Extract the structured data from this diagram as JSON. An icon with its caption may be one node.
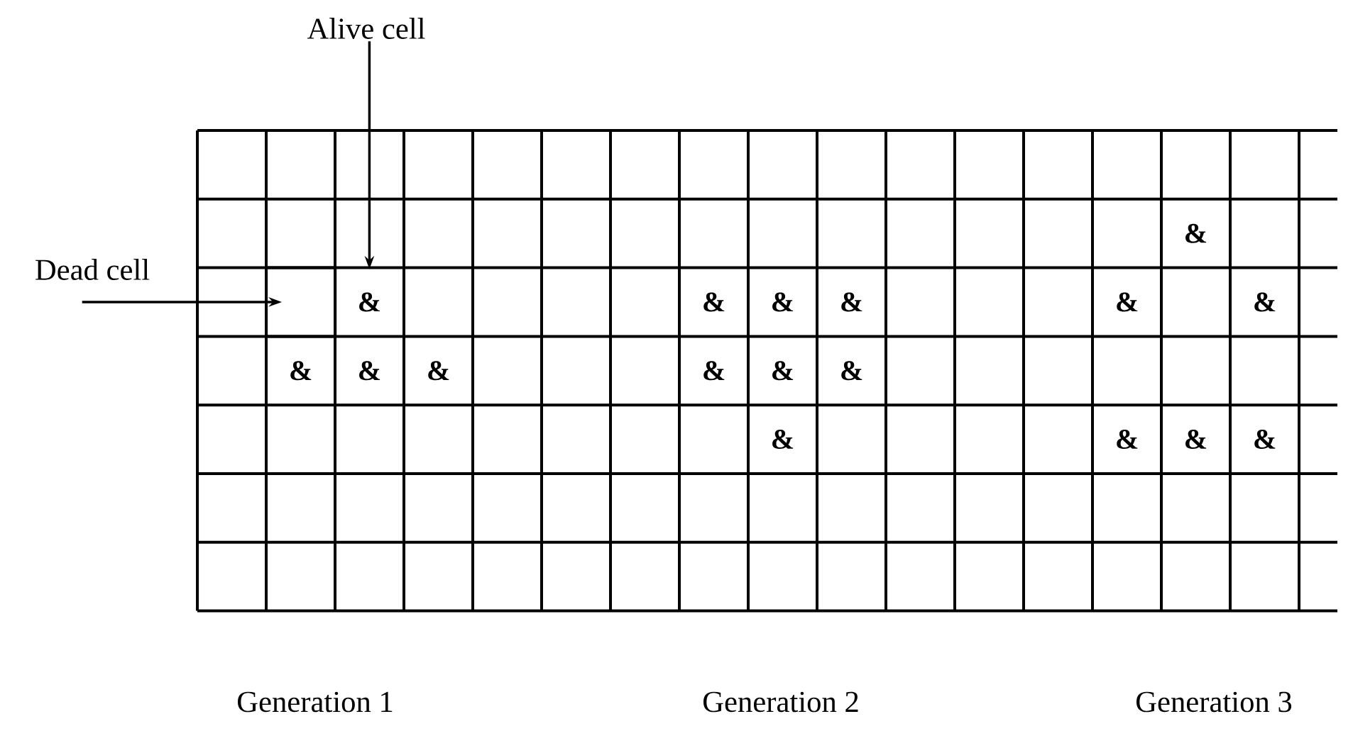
{
  "diagram": {
    "nodes": [
      {
        "text": [
          "Alive cell"
        ]
      },
      {
        "text": [
          "Dead cell"
        ]
      },
      {
        "text": [
          "&"
        ]
      },
      {
        "text": [],
        "shape": "box"
      }
    ],
    "edges": [
      {
        "from": 0,
        "to": 2,
        "arrow": "to"
      },
      {
        "from": 1,
        "to": 3,
        "arrow": "to"
      }
    ],
    "labels": [
      "&",
      "&",
      "&",
      "&",
      "&",
      "&",
      "&",
      "&",
      "&",
      "&",
      "&",
      "&",
      "&",
      "&",
      "&",
      "&",
      "Generation 1",
      "Generation 2",
      "Generation 3"
    ]
  }
}
